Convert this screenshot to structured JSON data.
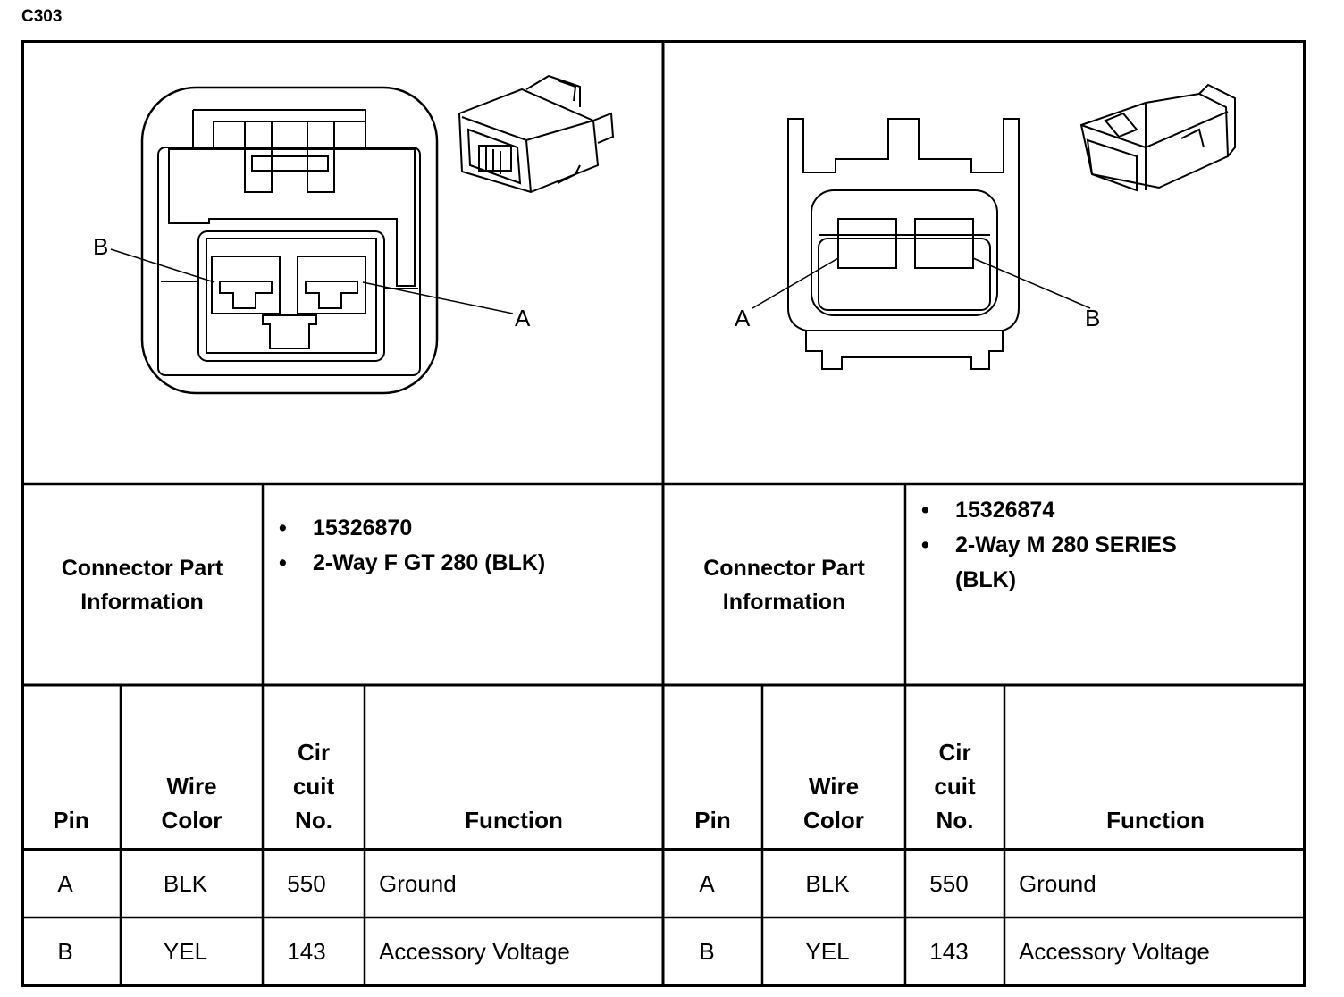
{
  "title": "C303",
  "connectors": [
    {
      "side": "left",
      "pin_labels": {
        "a": "A",
        "b": "B"
      },
      "info_label": "Connector Part Information",
      "part_info": [
        "15326870",
        "2-Way F GT 280 (BLK)"
      ],
      "headers": {
        "pin": "Pin",
        "wire_color": "Wire Color",
        "circuit_no": "Cir cuit No.",
        "function": "Function"
      },
      "rows": [
        {
          "pin": "A",
          "wire_color": "BLK",
          "circuit": "550",
          "function": "Ground"
        },
        {
          "pin": "B",
          "wire_color": "YEL",
          "circuit": "143",
          "function": "Accessory Voltage"
        }
      ]
    },
    {
      "side": "right",
      "pin_labels": {
        "a": "A",
        "b": "B"
      },
      "info_label": "Connector Part Information",
      "part_info": [
        "15326874",
        "2-Way M 280 SERIES (BLK)"
      ],
      "headers": {
        "pin": "Pin",
        "wire_color": "Wire Color",
        "circuit_no": "Cir cuit No.",
        "function": "Function"
      },
      "rows": [
        {
          "pin": "A",
          "wire_color": "BLK",
          "circuit": "550",
          "function": "Ground"
        },
        {
          "pin": "B",
          "wire_color": "YEL",
          "circuit": "143",
          "function": "Accessory Voltage"
        }
      ]
    }
  ]
}
